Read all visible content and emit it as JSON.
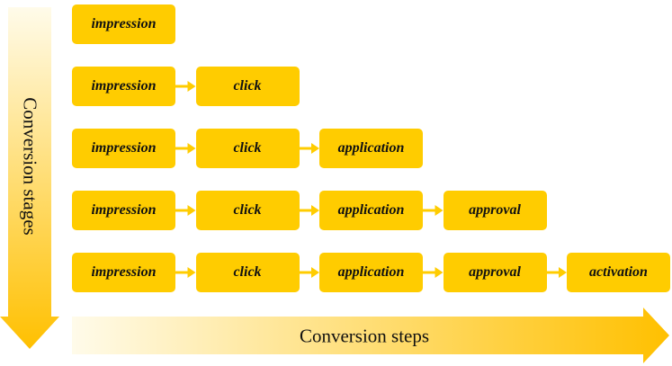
{
  "colors": {
    "box": "#FFCC00",
    "connector": "#FFCC00",
    "axis_arrow_light": "#FFFBEA",
    "axis_arrow_dark": "#FFC000"
  },
  "axes": {
    "y_label": "Conversion stages",
    "x_label": "Conversion steps"
  },
  "rows": [
    {
      "steps": [
        "impression"
      ]
    },
    {
      "steps": [
        "impression",
        "click"
      ]
    },
    {
      "steps": [
        "impression",
        "click",
        "application"
      ]
    },
    {
      "steps": [
        "impression",
        "click",
        "application",
        "approval"
      ]
    },
    {
      "steps": [
        "impression",
        "click",
        "application",
        "approval",
        "activation"
      ]
    }
  ]
}
